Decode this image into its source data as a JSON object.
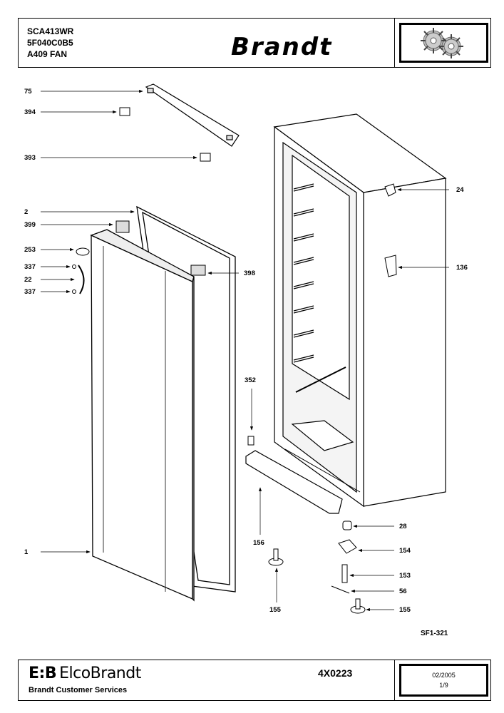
{
  "header": {
    "models": [
      "SCA413WR",
      "5F040C0B5",
      "A409 FAN"
    ],
    "brand": "Brandt"
  },
  "diagram": {
    "callouts": [
      "75",
      "394",
      "393",
      "2",
      "399",
      "253",
      "337",
      "22",
      "337",
      "1",
      "398",
      "352",
      "156",
      "24",
      "136",
      "28",
      "154",
      "153",
      "56",
      "155",
      "155"
    ]
  },
  "drawing_ref": "SF1-321",
  "footer": {
    "company": "ElcoBrandt",
    "company_mark": "E:B",
    "service": "Brandt Customer Services",
    "reference": "4X0223",
    "date": "02/2005",
    "page": "1/9"
  }
}
